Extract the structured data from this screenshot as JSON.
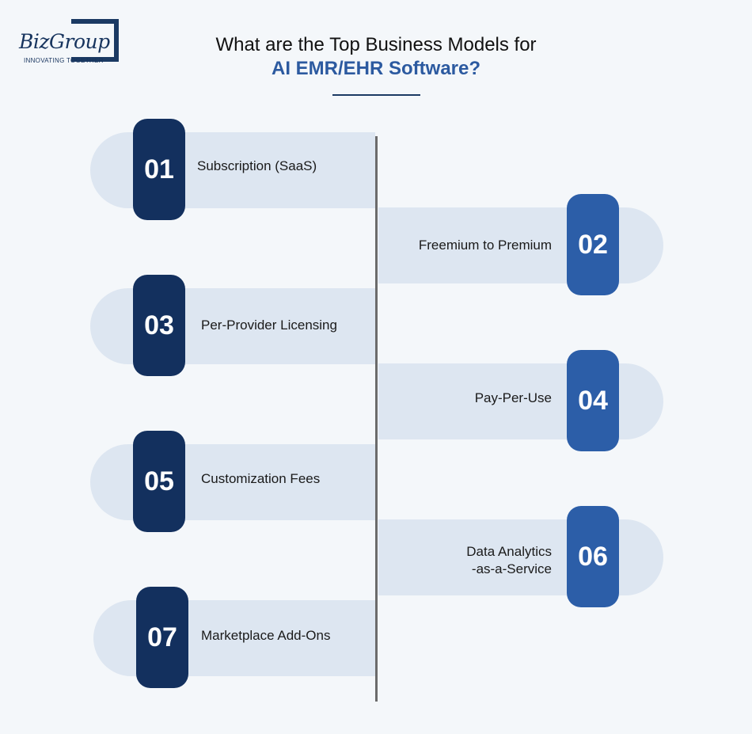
{
  "logo": {
    "name": "BizGroup",
    "tagline": "INNOVATING TOGETHER"
  },
  "title": {
    "line1": "What are the Top Business Models for",
    "line2": "AI EMR/EHR Software?"
  },
  "colors": {
    "background": "#f4f7fa",
    "pill": "#dde6f1",
    "badge_dark": "#13305e",
    "badge_blue": "#2c5ea8",
    "accent_text": "#2c5aa0"
  },
  "models": [
    {
      "number": "01",
      "label": "Subscription (SaaS)"
    },
    {
      "number": "02",
      "label": "Freemium to Premium"
    },
    {
      "number": "03",
      "label": "Per-Provider Licensing"
    },
    {
      "number": "04",
      "label": "Pay-Per-Use"
    },
    {
      "number": "05",
      "label": "Customization Fees"
    },
    {
      "number": "06",
      "label_line1": "Data Analytics",
      "label_line2": "-as-a-Service"
    },
    {
      "number": "07",
      "label": "Marketplace Add-Ons"
    }
  ]
}
